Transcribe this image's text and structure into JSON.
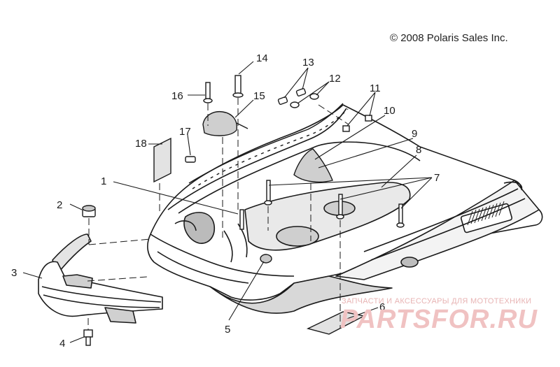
{
  "copyright": "© 2008 Polaris Sales Inc.",
  "watermark": {
    "caption": "ЗАПЧАСТИ И АКСЕССУАРЫ ДЛЯ МОТОТЕХНИКИ",
    "logo": "PARTSFOR.RU"
  },
  "callouts": [
    "1",
    "2",
    "3",
    "4",
    "5",
    "6",
    "7",
    "8",
    "9",
    "10",
    "11",
    "12",
    "13",
    "14",
    "15",
    "16",
    "17",
    "18"
  ],
  "colors": {
    "line": "#1a1a1a",
    "shade": "#8c8c8c",
    "watermark": "#f0c2c2"
  }
}
